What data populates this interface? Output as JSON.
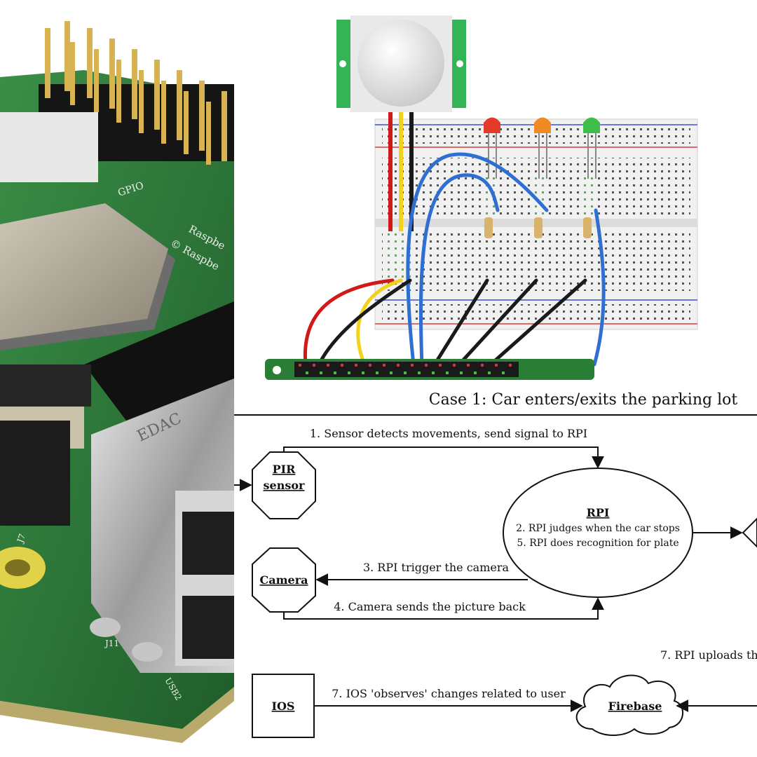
{
  "photo": {
    "board_silkscreen": [
      "GPIO",
      "Raspbe",
      "© Raspbe",
      "EDAC",
      "J11",
      "USB2",
      "J7"
    ]
  },
  "diagram": {
    "heading": "Case 1: Car enters/exits the parking lot",
    "nodes": {
      "pir": {
        "line1": "PIR",
        "line2": "sensor"
      },
      "rpi": {
        "title": "RPI",
        "line1": "2. RPI judges when the car stops",
        "line2": "5. RPI does recognition for plate"
      },
      "camera": {
        "title": "Camera"
      },
      "ios": {
        "title": "IOS"
      },
      "firebase": {
        "title": "Firebase"
      }
    },
    "edges": {
      "e1": "1. Sensor detects movements, send signal to RPI",
      "e3": "3. RPI trigger the camera",
      "e4": "4. Camera sends the picture back",
      "e7_upload": "7. RPI uploads th",
      "e7_ios": "7. IOS 'observes' changes related to user"
    }
  },
  "colors": {
    "pcb_green": "#2f7d3a",
    "wire_red": "#d01a1a",
    "wire_yellow": "#f2d21a",
    "wire_blue": "#2f6fd1",
    "led_red": "#e53a2a",
    "led_orange": "#f08a24",
    "led_green": "#3fbf4a"
  }
}
